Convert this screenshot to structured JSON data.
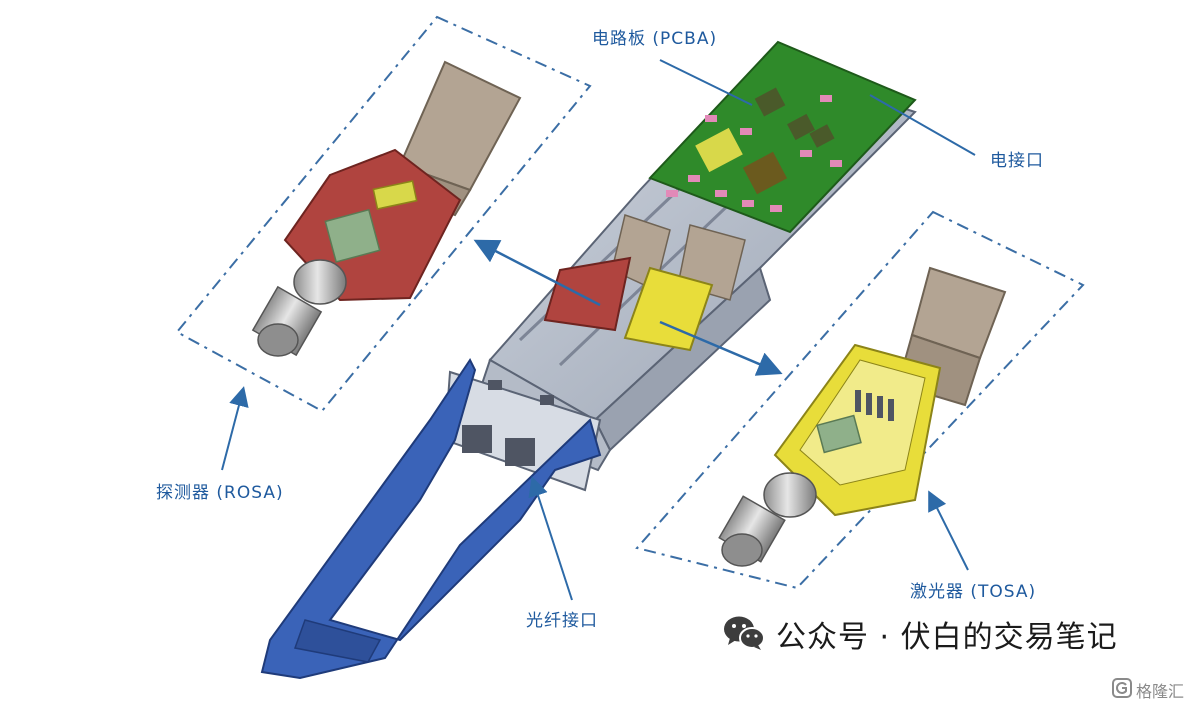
{
  "labels": {
    "pcba": "电路板 (PCBA)",
    "electrical_interface": "电接口",
    "rosa": "探测器 (ROSA)",
    "tosa": "激光器 (TOSA)",
    "fiber_interface": "光纤接口"
  },
  "watermark": {
    "text": "公众号 · 伏白的交易笔记",
    "icon": "wechat-icon"
  },
  "corner_watermark": {
    "text": "格隆汇",
    "icon": "g-logo-icon"
  },
  "colors": {
    "label_blue": "#1f5a9e",
    "pcb_green": "#2f8a2a",
    "housing_gray": "#bcc3cf",
    "latch_blue": "#3a63b8",
    "rosa_red": "#b0443f",
    "tosa_yellow": "#e8dd3a",
    "flex_beige": "#b3a493"
  }
}
